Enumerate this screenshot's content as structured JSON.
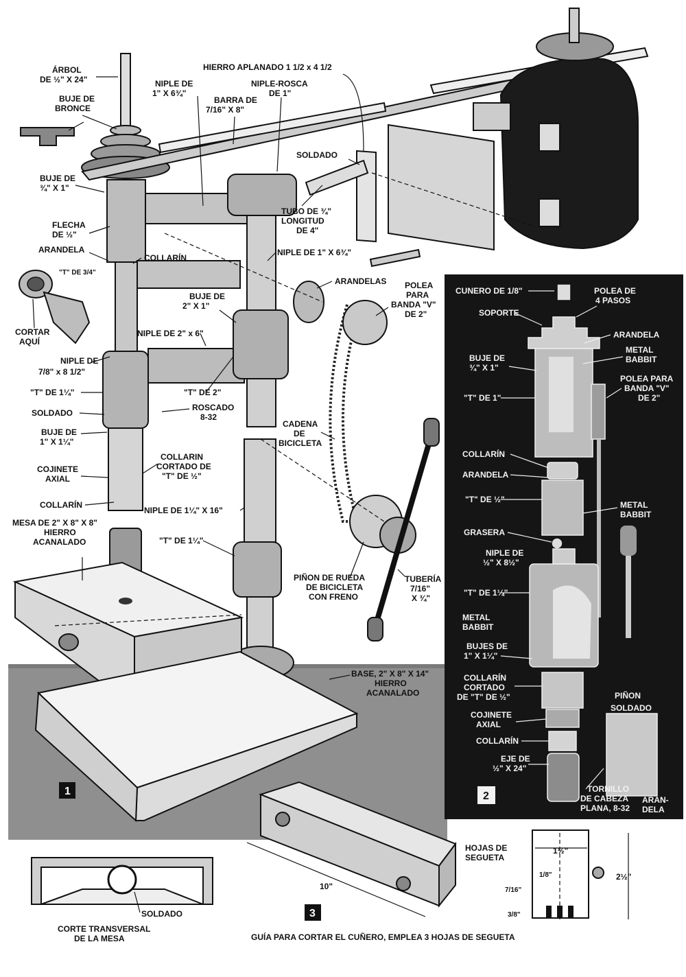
{
  "figure1": {
    "number": "1",
    "labels": {
      "arbol": [
        "ÁRBOL",
        "DE ½\" X 24\""
      ],
      "buje_bronce": [
        "BUJE DE",
        "BRONCE"
      ],
      "hierro_aplanado": "HIERRO APLANADO 1 1/2 x 4 1/2",
      "niple_1_634": [
        "NIPLE DE",
        "1\" X 6¾\""
      ],
      "barra": [
        "BARRA DE",
        "7/16\" X 8\""
      ],
      "niple_rosca": [
        "NIPLE-ROSCA",
        "DE 1\""
      ],
      "soldado_top": "SOLDADO",
      "buje_34": [
        "BUJE DE",
        "¾\" X 1\""
      ],
      "flecha": [
        "FLECHA",
        "DE ½\""
      ],
      "tubo": [
        "TUBO DE ¾\"",
        "LONGITUD",
        "DE 4\""
      ],
      "arandela": "ARANDELA",
      "collarin_1": "COLLARÍN",
      "niple_1_634_b": "NIPLE DE 1\" X 6¾\"",
      "t_34": "\"T\" DE 3/4\"",
      "arandelas": "ARANDELAS",
      "polea": [
        "POLEA",
        "PARA",
        "BANDA \"V\"",
        "DE 2\""
      ],
      "buje_2x1": [
        "BUJE DE",
        "2\" X 1\""
      ],
      "cortar_aqui": [
        "CORTAR",
        "AQUÍ"
      ],
      "niple_2x6": "NIPLE DE 2\" x 6\"",
      "niple_78": [
        "NIPLE DE",
        "7/8\" x 8 1/2\""
      ],
      "t_114_a": "\"T\" DE 1¼\"",
      "t_2": "\"T\" DE 2\"",
      "soldado_mid": "SOLDADO",
      "roscado": [
        "ROSCADO",
        "8-32"
      ],
      "buje_1x114": [
        "BUJE DE",
        "1\" X 1¼\""
      ],
      "cadena": [
        "CADENA",
        "DE",
        "BICICLETA"
      ],
      "collarin_cortado": [
        "COLLARIN",
        "CORTADO DE",
        "\"T\" DE ½\""
      ],
      "cojinete": [
        "COJINETE",
        "AXIAL"
      ],
      "collarin_2": "COLLARÍN",
      "niple_114x16": "NIPLE DE 1¼\" X 16\"",
      "mesa": [
        "MESA DE 2\" X 8\" X 8\"",
        "HIERRO",
        "ACANALADO"
      ],
      "t_114_b": "\"T\" DE 1¼\"",
      "pinon": [
        "PIÑON DE RUEDA",
        "DE BICICLETA",
        "CON FRENO"
      ],
      "tuberia": [
        "TUBERÍA",
        "7/16\"",
        "X ¾\""
      ],
      "base": [
        "BASE, 2\" X 8\" X 14\"",
        "HIERRO",
        "ACANALADO"
      ]
    }
  },
  "figure2": {
    "number": "2",
    "labels": {
      "cunero": "CUNERO DE 1/8\"",
      "polea4": [
        "POLEA DE",
        "4 PASOS"
      ],
      "soporte": "SOPORTE",
      "arandela": "ARANDELA",
      "metal_babbit_1": [
        "METAL",
        "BABBIT"
      ],
      "buje_34": [
        "BUJE DE",
        "¾\" X 1\""
      ],
      "polea_banda": [
        "POLEA PARA",
        "BANDA \"V\"",
        "DE 2\""
      ],
      "t_1": "\"T\" DE 1\"",
      "collarin": "COLLARÍN",
      "arandela_2": "ARANDELA",
      "t_12": "\"T\" DE ½\"",
      "metal_babbit_2": [
        "METAL",
        "BABBIT"
      ],
      "grasera": "GRASERA",
      "niple_12": [
        "NIPLE DE",
        "½\" X 8½\""
      ],
      "t_114": "\"T\" DE 1¼\"",
      "metal_babbit_3": [
        "METAL",
        "BABBIT"
      ],
      "bujes": [
        "BUJES DE",
        "1\" X 1¼\""
      ],
      "collarin_cortado": [
        "COLLARÍN",
        "CORTADO",
        "DE \"T\" DE ½\""
      ],
      "cojinete": [
        "COJINETE",
        "AXIAL"
      ],
      "collarin_2": "COLLARÍN",
      "eje": [
        "EJE DE",
        "½\" X 24\""
      ],
      "pinon": "PIÑON",
      "soldado": "SOLDADO",
      "tornillo": [
        "TORNILLO",
        "DE CABEZA",
        "PLANA, 8-32"
      ],
      "arandela_3": [
        "ARAN-",
        "DELA"
      ]
    }
  },
  "figure3": {
    "number": "3",
    "labels": {
      "ten": "10\"",
      "hojas": [
        "HOJAS DE",
        "SEGUETA"
      ],
      "d_112": "1½\"",
      "d_18": "1/8\"",
      "d_212": "2½\"",
      "d_716": "7/16\"",
      "d_38": "3/8\"",
      "caption": "GUÍA PARA CORTAR EL CUÑERO, EMPLEA 3 HOJAS DE SEGUETA"
    }
  },
  "section": {
    "soldado": "SOLDADO",
    "caption": [
      "CORTE TRANSVERSAL",
      "DE LA MESA"
    ]
  },
  "colors": {
    "ink": "#111111",
    "panel": "#151515",
    "shade": "#8f8f8f",
    "paper": "#ffffff"
  }
}
